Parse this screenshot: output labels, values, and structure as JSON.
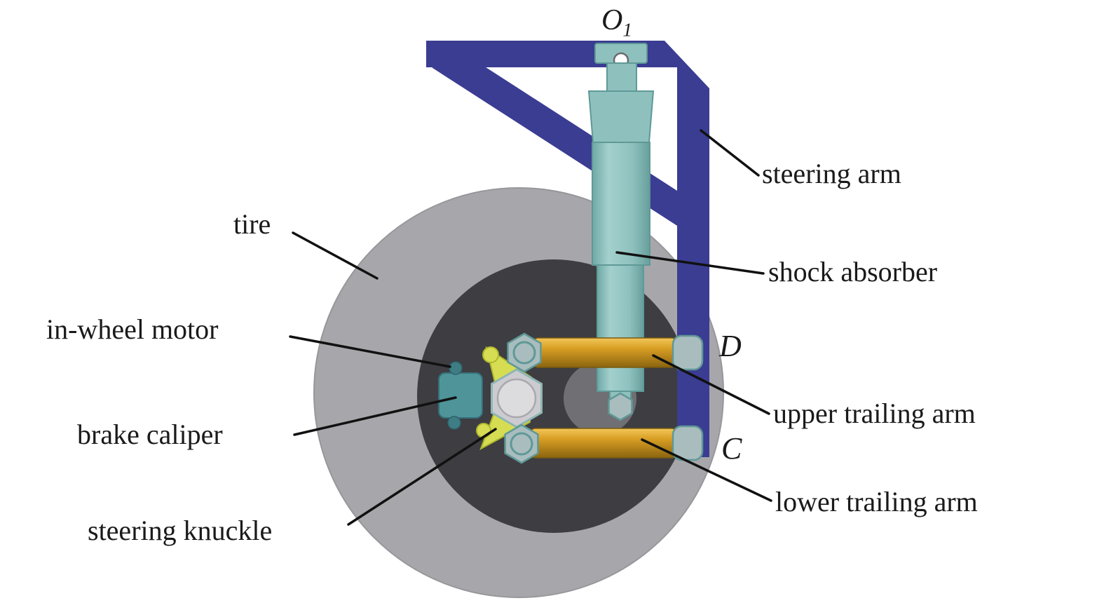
{
  "diagram": {
    "labels": {
      "o1_main": "O",
      "o1_sub": "1",
      "tire": "tire",
      "in_wheel_motor": "in-wheel motor",
      "brake_caliper": "brake caliper",
      "steering_knuckle": "steering knuckle",
      "steering_arm": "steering arm",
      "shock_absorber": "shock absorber",
      "upper_trailing_arm": "upper trailing arm",
      "lower_trailing_arm": "lower trailing arm",
      "point_d": "D",
      "point_c": "C"
    }
  },
  "colors": {
    "background": "#ffffff",
    "tire_gray": "#a7a7ab",
    "wheel_dark": "#3d3d42",
    "hub_gray": "#6f6f74",
    "frame_blue": "#3a3d92",
    "shock_teal": "#8ec1be",
    "shock_teal_edge": "#5f9996",
    "arm_amber": "#d19a22",
    "arm_amber_light": "#f2c75a",
    "arm_amber_dark": "#8a6410",
    "knuckle_yellow": "#d6dd52",
    "caliper_teal": "#4e9499",
    "metal_light": "#a9bdbf",
    "label_text": "#1a1a1a",
    "leader_line": "#111111"
  }
}
